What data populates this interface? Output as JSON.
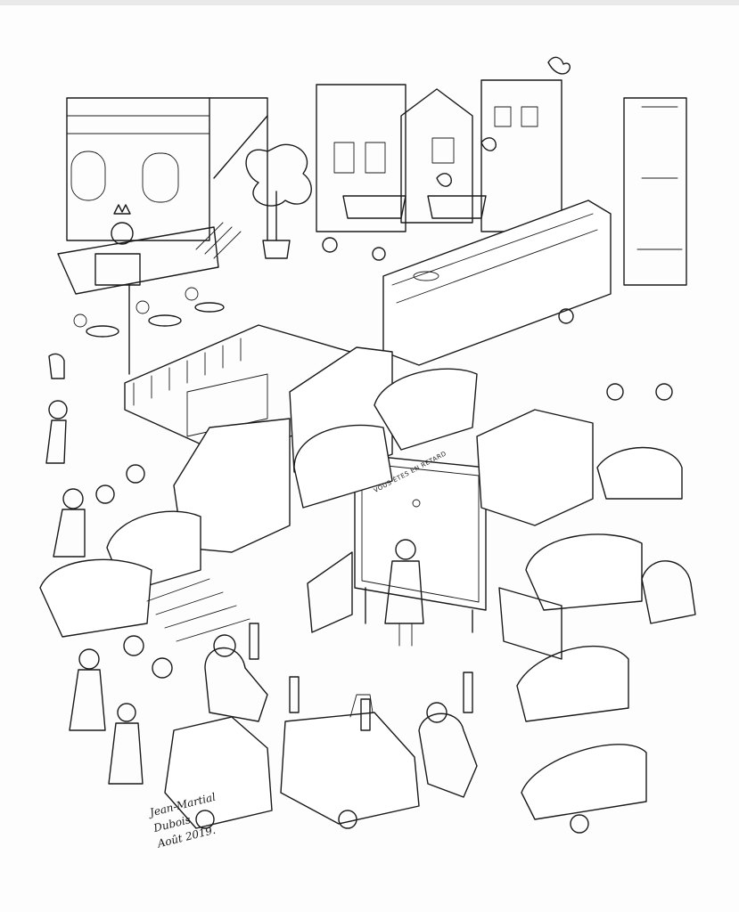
{
  "billboard": {
    "text": "VOUS ÊTES EN RETARD"
  },
  "signature": {
    "name": "Jean-Martial Dubois",
    "date": "Août 2019."
  }
}
